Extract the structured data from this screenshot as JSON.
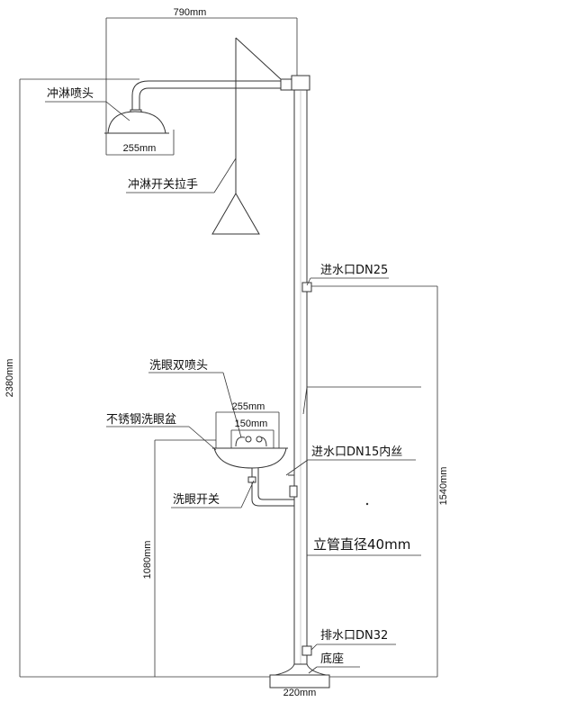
{
  "dimensions": {
    "head_span": "790mm",
    "overall_height": "2380mm",
    "shower_diameter": "255mm",
    "bowl_diameter": "255mm",
    "eyewash_inner": "150mm",
    "bowl_height": "1080mm",
    "inlet_height": "1540mm",
    "base_width": "220mm"
  },
  "labels": {
    "shower_head": "冲淋喷头",
    "shower_pull": "冲淋开关拉手",
    "inlet_dn25": "进水口DN25",
    "eyewash_heads": "洗眼双喷头",
    "stainless_bowl": "不锈钢洗眼盆",
    "inlet_dn15": "进水口DN15内丝",
    "eyewash_switch": "洗眼开关",
    "pipe_diameter": "立管直径40mm",
    "drain_dn32": "排水口DN32",
    "base": "底座"
  }
}
